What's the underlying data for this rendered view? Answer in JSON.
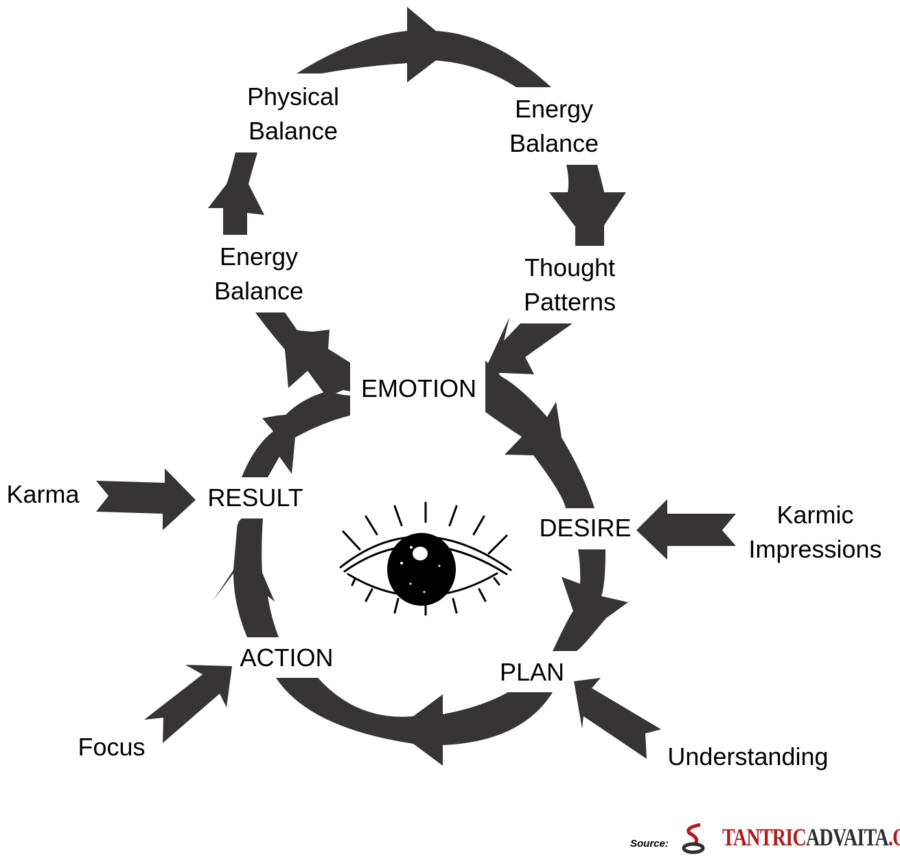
{
  "diagram": {
    "arrow_color": "#363435",
    "upper_loop": {
      "labels": {
        "physical_balance": "Physical\nBalance",
        "energy_balance_top_right": "Energy\nBalance",
        "thought_patterns": "Thought\nPatterns",
        "energy_balance_left": "Energy\nBalance"
      }
    },
    "center": "EMOTION",
    "lower_loop": {
      "labels": {
        "desire": "DESIRE",
        "plan": "PLAN",
        "action": "ACTION",
        "result": "RESULT"
      }
    },
    "inputs": {
      "karma": "Karma",
      "karmic_impressions": "Karmic\nImpressions",
      "understanding": "Understanding",
      "focus": "Focus"
    },
    "center_image": "eye-icon"
  },
  "footer": {
    "source_label": "Source:",
    "brand_part1": "TANTRIC",
    "brand_part2": "ADVAITA",
    "brand_part3": ".ORG",
    "brand_red": "#b21a1a",
    "brand_dark": "#2e2e2e"
  }
}
